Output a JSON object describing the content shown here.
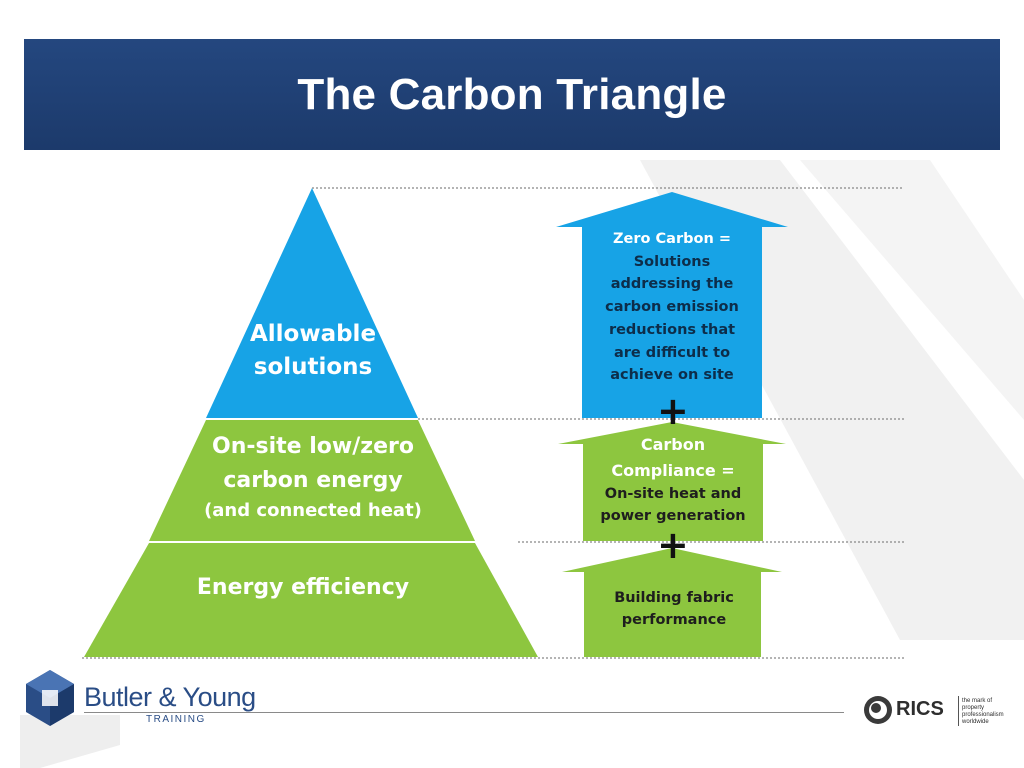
{
  "slide": {
    "title": "The Carbon Triangle"
  },
  "triangle": {
    "top_label": [
      "Allowable",
      "solutions"
    ],
    "middle_label": [
      "On-site low/zero",
      "carbon energy"
    ],
    "middle_sub": "(and connected heat)",
    "bottom_label": "Energy efficiency"
  },
  "arrows": {
    "top": [
      "Zero Carbon =",
      "Solutions",
      "addressing  the",
      "carbon emission",
      "reductions that",
      "are difficult to",
      "achieve on site"
    ],
    "middle_title": [
      "Carbon",
      "Compliance ="
    ],
    "middle_body": [
      "On-site heat and",
      "power generation"
    ],
    "bottom": [
      "Building fabric",
      "performance"
    ],
    "plus": "+"
  },
  "footer": {
    "brand_name": "Butler & Young",
    "brand_sub": "TRAINING",
    "rics_word": "RICS",
    "rics_tagline": [
      "the mark of",
      "property",
      "professionalism",
      "worldwide"
    ]
  },
  "colors": {
    "title_bar": "#1f4174",
    "blue": "#17a3e6",
    "green": "#8dc63f"
  },
  "icons": [
    "butler-young-cube-icon",
    "rics-lion-icon"
  ]
}
